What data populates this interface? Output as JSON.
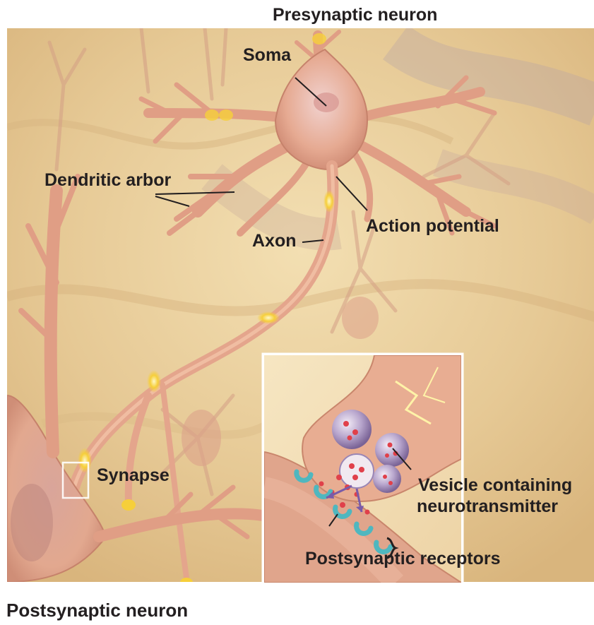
{
  "labels": {
    "presynaptic_neuron": "Presynaptic neuron",
    "soma": "Soma",
    "dendritic_arbor": "Dendritic arbor",
    "axon": "Axon",
    "action_potential": "Action potential",
    "synapse": "Synapse",
    "vesicle_line1": "Vesicle containing",
    "vesicle_line2": "neurotransmitter",
    "postsynaptic_receptors": "Postsynaptic receptors",
    "postsynaptic_neuron": "Postsynaptic neuron"
  },
  "colors": {
    "background_tan": "#e9cf9c",
    "neuron_pink": "#e3a088",
    "neuron_outline": "#b96f5a",
    "signal_yellow": "#f6cf3a",
    "vesicle_purple": "#9a86b5",
    "neurotransmitter_red": "#e0404a",
    "receptor_teal": "#4fb7bf",
    "label_text": "#231f20"
  }
}
